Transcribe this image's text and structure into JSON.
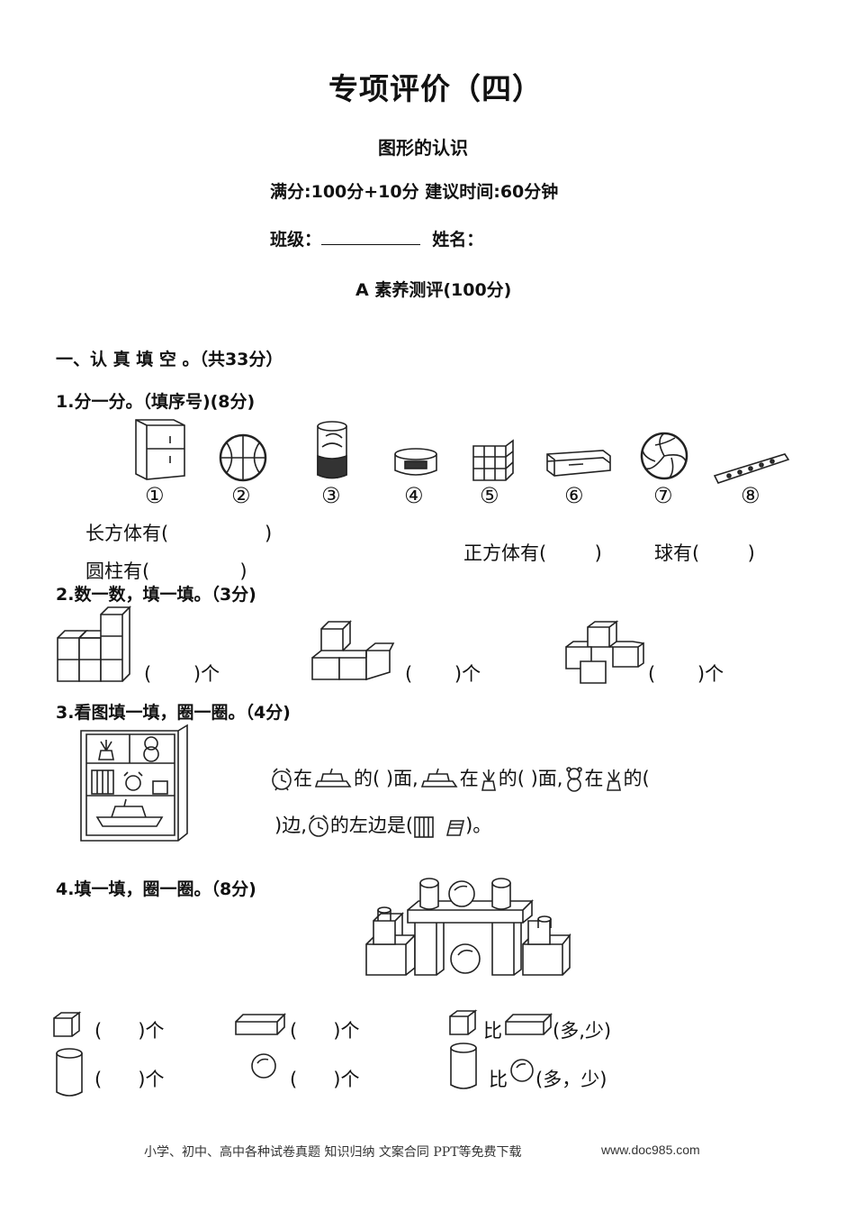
{
  "header": {
    "title": "专项评价（四）",
    "subtitle": "图形的认识",
    "score_line": "满分:100分+10分 建议时间:60分钟",
    "class_label": "班级：",
    "name_label": "姓名：",
    "section_a": "A 素养测评(100分)"
  },
  "part1": {
    "heading": "一、认 真 填 空 。（共33分）",
    "q1": {
      "label": "1.分一分。（填序号)(8分)",
      "numbers": [
        "①",
        "②",
        "③",
        "④",
        "⑤",
        "⑥",
        "⑦",
        "⑧"
      ],
      "cuboid": "长方体有(                )",
      "cube": "正方体有(        )",
      "sphere": "球有(        )",
      "cylinder": "圆柱有(               )"
    },
    "q2": {
      "label": "2.数一数，填一填。（3分)",
      "blank1": "(       )个",
      "blank2": "(       )个",
      "blank3": "(       )个"
    },
    "q3": {
      "label": "3.看图填一填，圈一圈。（4分)",
      "t_zai1": "在",
      "t_de1": "的(      )面,",
      "t_zai2": "在",
      "t_de2": "的(     )面,",
      "t_zai3": "在",
      "t_de3": "的(",
      "t_bian": ")边,",
      "t_leftof": "的左边是(",
      "t_end": ")。"
    },
    "q4": {
      "label": "4.填一填，圈一圈。（8分)",
      "b1": "(      )个",
      "b2": "(      )个",
      "b3": "(      )个",
      "b4": "(      )个",
      "cmp1_bi": "比",
      "cmp1_opt": "(多,少)",
      "cmp2_bi": "比",
      "cmp2_opt": "(多，少)"
    }
  },
  "footer": {
    "text": "小学、初中、高中各种试卷真题  知识归纳  文案合同  PPT等免费下载",
    "url": "www.doc985.com"
  }
}
